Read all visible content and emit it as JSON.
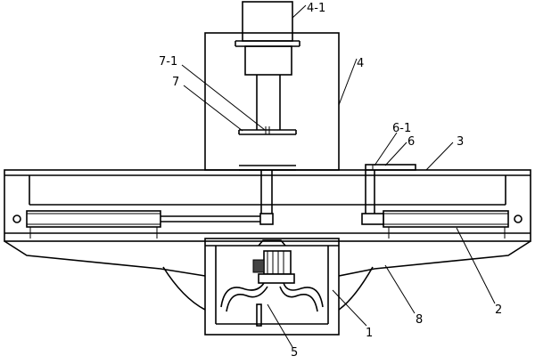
{
  "callouts": [
    {
      "id": "4-1",
      "label": "4-1"
    },
    {
      "id": "4",
      "label": "4"
    },
    {
      "id": "7-1",
      "label": "7-1"
    },
    {
      "id": "7",
      "label": "7"
    },
    {
      "id": "6-1",
      "label": "6-1"
    },
    {
      "id": "6",
      "label": "6"
    },
    {
      "id": "3",
      "label": "3"
    },
    {
      "id": "2",
      "label": "2"
    },
    {
      "id": "8",
      "label": "8"
    },
    {
      "id": "1",
      "label": "1"
    },
    {
      "id": "5",
      "label": "5"
    }
  ],
  "style": {
    "line_color": "#000000",
    "background": "#ffffff"
  }
}
